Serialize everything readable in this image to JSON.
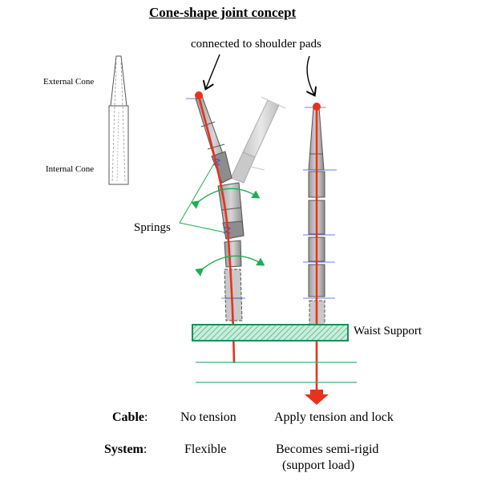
{
  "title": "Cone-shape joint concept",
  "inset": {
    "external_cone_label": "External Cone",
    "internal_cone_label": "Internal Cone"
  },
  "annotations": {
    "shoulder_pads": "connected to shoulder pads",
    "springs": "Springs",
    "waist_support": "Waist Support"
  },
  "table": {
    "cable_label": "Cable",
    "cable_sep": ":",
    "cable_left": "No tension",
    "cable_right": "Apply tension and lock",
    "system_label": "System",
    "system_sep": ":",
    "system_left": "Flexible",
    "system_right_line1": "Becomes semi-rigid",
    "system_right_line2": "(support load)"
  },
  "colors": {
    "cable": "#e8321e",
    "spring_arrow": "#1fae4f",
    "waist": "#1a8f5a",
    "waist_fill": "#b8e6cf",
    "segment": "#b0b0b0",
    "segment_dark": "#6a6a6a",
    "spring_mark": "#3d56d6"
  }
}
